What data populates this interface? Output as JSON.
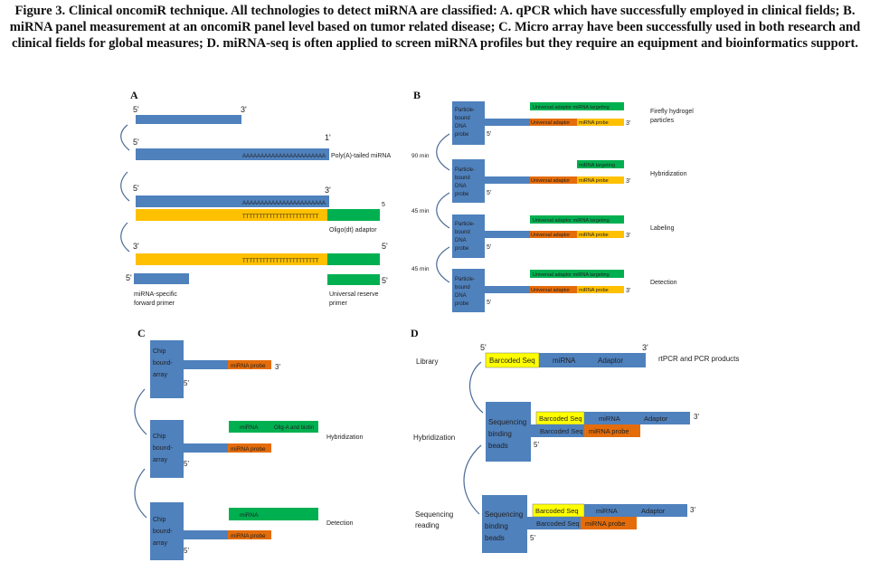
{
  "caption": "Figure 3. Clinical oncomiR technique. All technologies to detect miRNA are classified: A. qPCR which have successfully employed in clinical fields; B. miRNA panel measurement at an oncomiR panel level based on tumor related disease; C. Micro array have been successfully used in both research and clinical fields for global measures; D. miRNA-seq is often applied to screen miRNA profiles but they require an equipment and bioinformatics support.",
  "colors": {
    "blue": "#4f81bd",
    "orange": "#ffc000",
    "green": "#00b050",
    "red_orange": "#e46c0a",
    "yellow": "#ffff00",
    "arrow": "#4a6a95"
  },
  "panel_a": {
    "letter": "A",
    "five": "5'",
    "three": "3'",
    "three_alt": "1'",
    "five_alt": "5",
    "poly_a": "AAAAAAAAAAAAAAAAAAAAAAA",
    "poly_t": "TTTTTTTTTTTTTTTTTTTTTTT",
    "polya_label": "Poly(A)-tailed miRNA",
    "oligo_label": "Oligo(dt) adaptor",
    "forward_primer_1": "miRNA-specific",
    "forward_primer_2": "forward primer",
    "reverse_primer_1": "Universal reserve",
    "reverse_primer_2": "primer"
  },
  "panel_b": {
    "letter": "B",
    "bead_1": "Particle-",
    "bead_2": "bound",
    "bead_3": "DNA",
    "bead_4": "probe",
    "adaptor": "Universal adaptor",
    "probe": "miRNA probe",
    "target": "miRNA targeting",
    "univ_target": "Universal adaptor miRNA targeting",
    "three": "3'",
    "five": "5'",
    "times": [
      "90 min",
      "45 min",
      "45 min"
    ],
    "steps": [
      "Firefly hydrogel",
      "particles",
      "Hybridization",
      "Labeling",
      "Detection"
    ]
  },
  "panel_c": {
    "letter": "C",
    "chip_1": "Chip",
    "chip_2": "bound-",
    "chip_3": "array",
    "probe": "miRNA probe",
    "mirna": "miRNA",
    "biotin": "Olig-A and biotin",
    "three": "3'",
    "five": "5'",
    "steps": [
      "Hybridization",
      "Detection"
    ]
  },
  "panel_d": {
    "letter": "D",
    "barcoded": "Barcoded Seq",
    "mirna": "miRNA",
    "adaptor": "Adaptor",
    "probe": "miRNA probe",
    "seq_1": "Sequencing",
    "seq_2": "binding",
    "seq_3": "beads",
    "five": "5'",
    "three": "3'",
    "library": "Library",
    "products": "rtPCR and PCR products",
    "hybridization": "Hybridization",
    "reading_1": "Sequencing",
    "reading_2": "reading"
  }
}
